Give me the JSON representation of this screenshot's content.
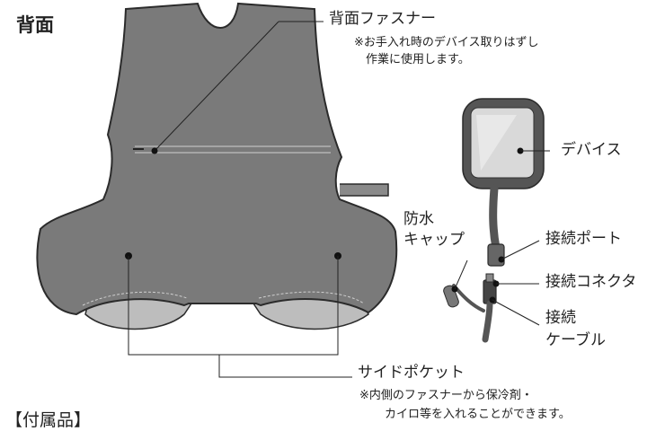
{
  "title": "背面",
  "labels": {
    "back_zipper": "背面ファスナー",
    "back_zipper_note_1": "※お手入れ時のデバイス取りはずし",
    "back_zipper_note_2": "作業に使用します。",
    "device": "デバイス",
    "waterproof_cap_1": "防水",
    "waterproof_cap_2": "キャップ",
    "connection_port": "接続ポート",
    "connection_connector": "接続コネクタ",
    "connection_cable_1": "接続",
    "connection_cable_2": "ケーブル",
    "side_pocket": "サイドポケット",
    "side_pocket_note_1": "※内側のファスナーから保冷剤・",
    "side_pocket_note_2": "カイロ等を入れることができます。"
  },
  "bottom_heading": "【付属品】",
  "colors": {
    "vest_body": "#7a7a7a",
    "vest_inner": "#bdbdbd",
    "outline": "#2b2b2b",
    "device_frame": "#555555",
    "device_mirror": "#d9d9d9"
  }
}
